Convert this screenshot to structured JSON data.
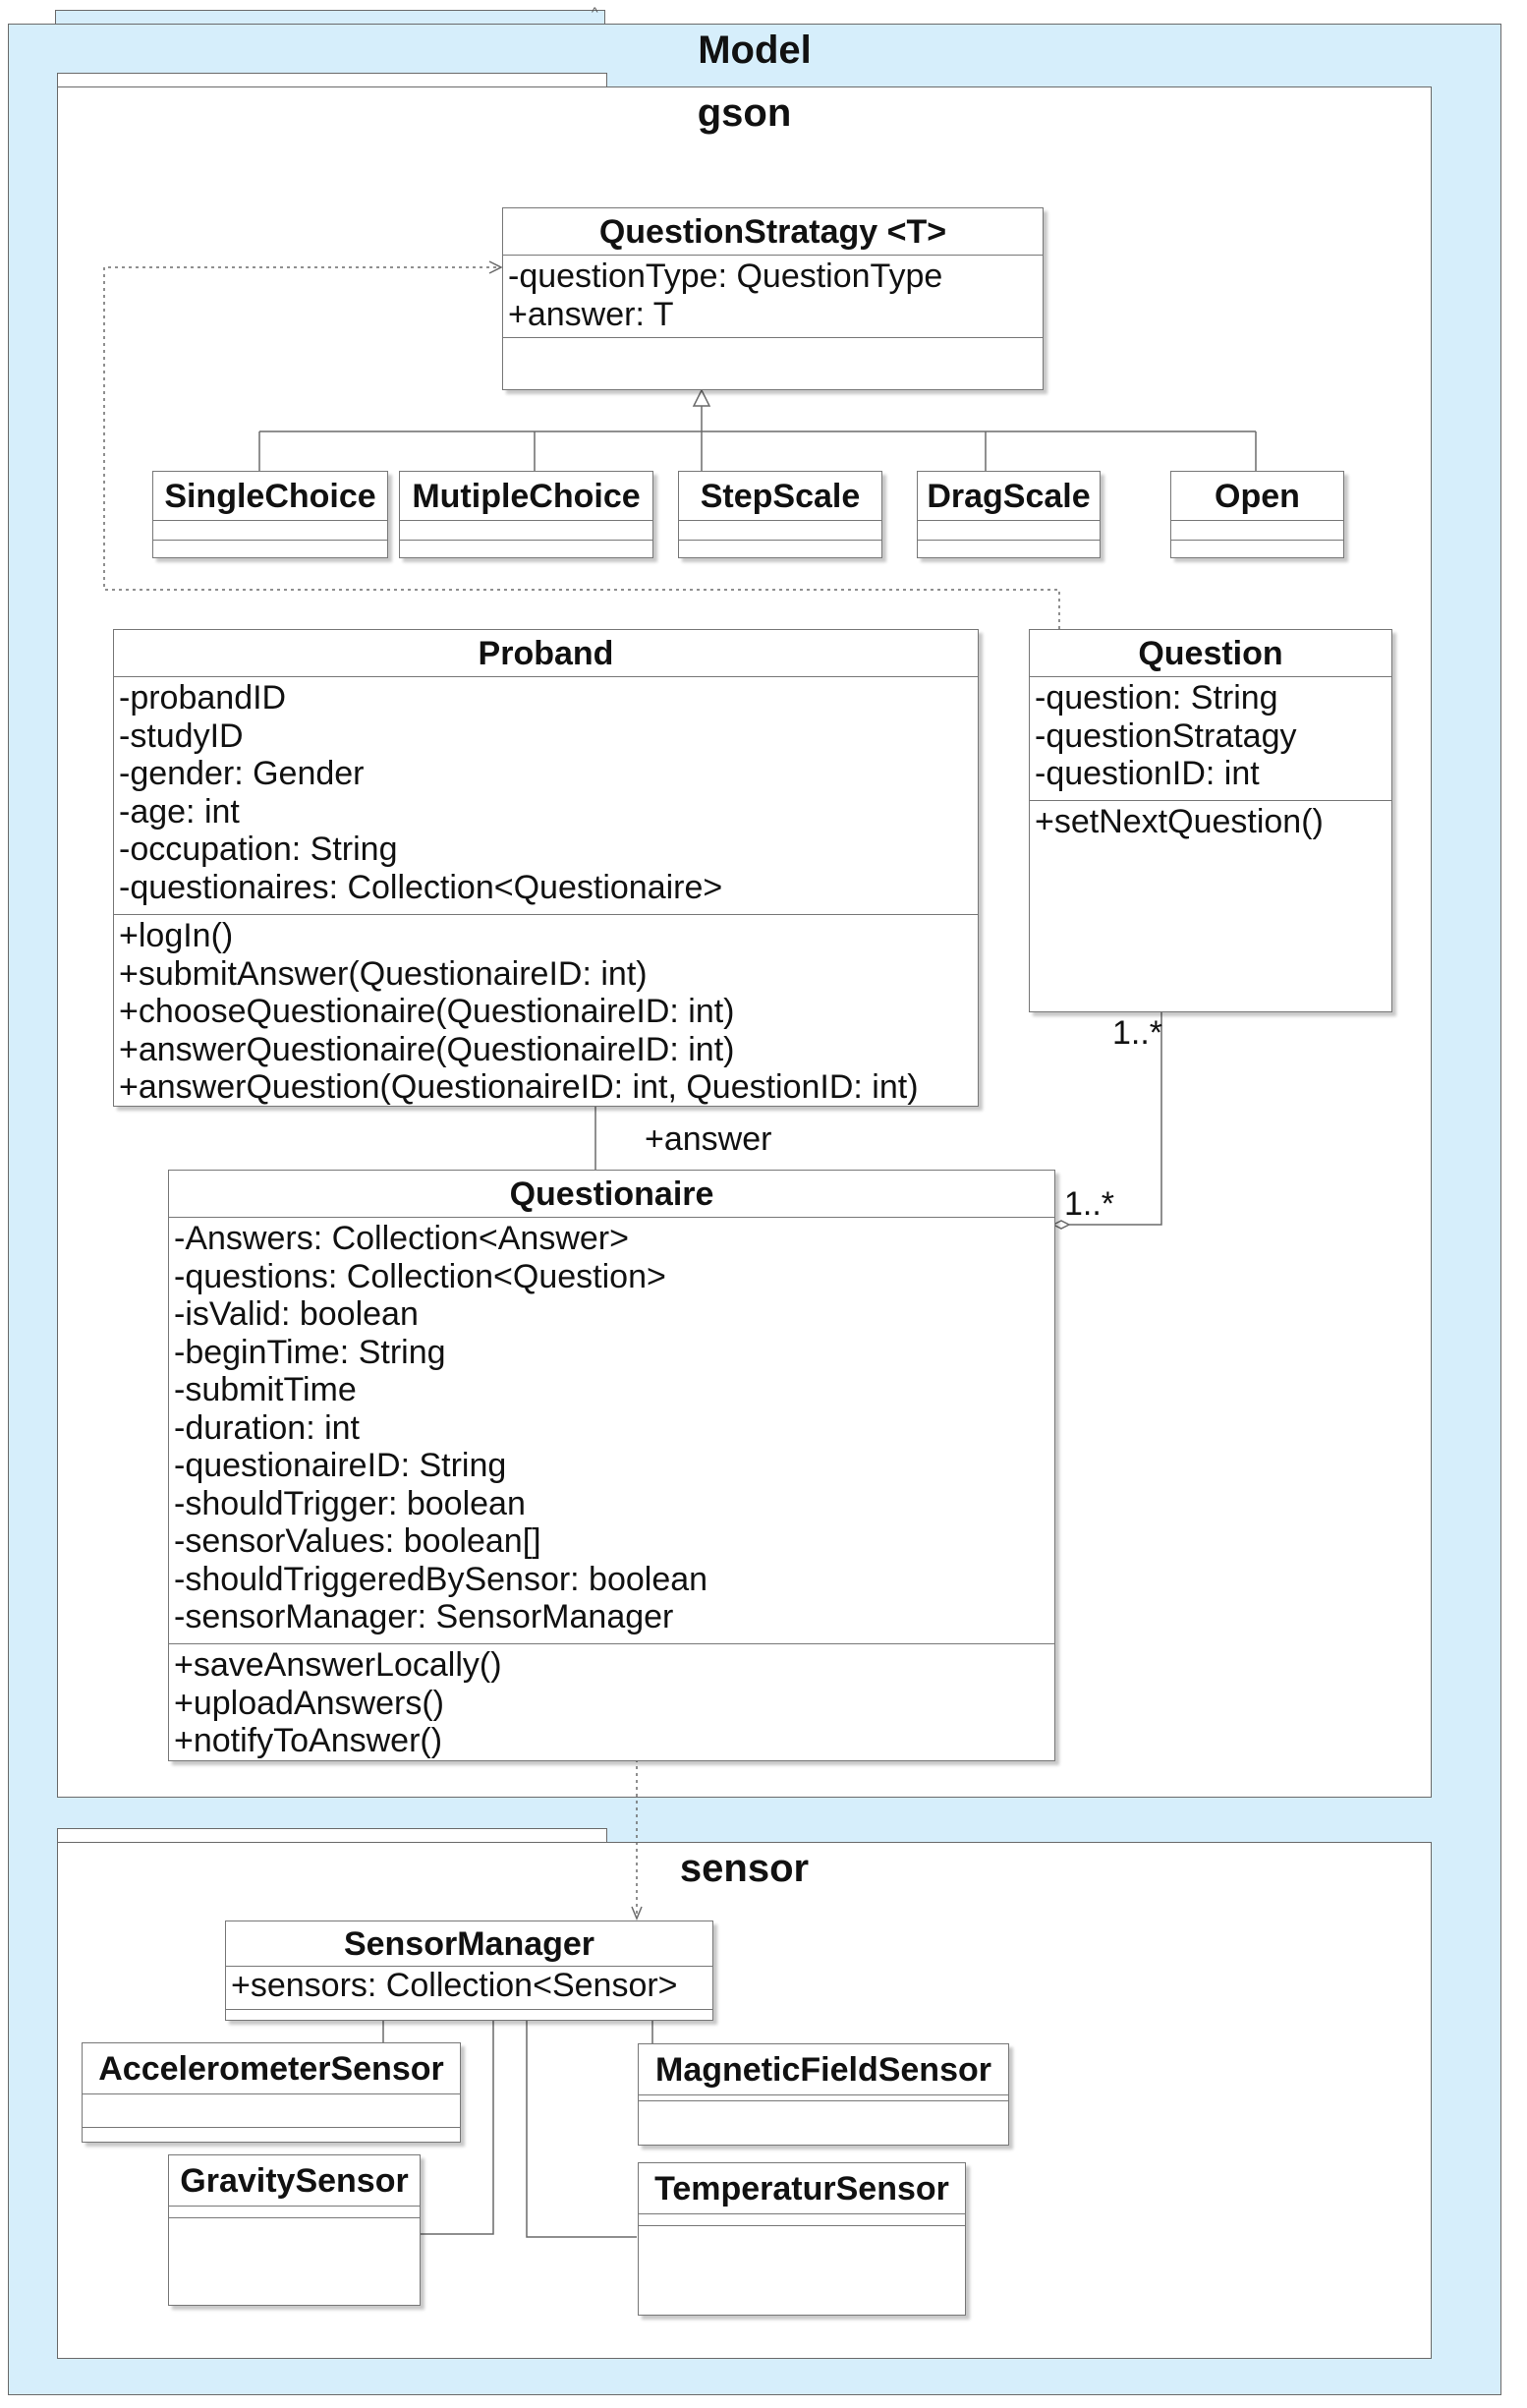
{
  "packages": {
    "model": {
      "title": "Model"
    },
    "gson": {
      "title": "gson"
    },
    "sensor": {
      "title": "sensor"
    }
  },
  "classes": {
    "question_stratagy": {
      "name": "QuestionStratagy <T>",
      "attributes": [
        "-questionType: QuestionType",
        "+answer: T"
      ],
      "operations": []
    },
    "single_choice": {
      "name": "SingleChoice"
    },
    "mutiple_choice": {
      "name": "MutipleChoice"
    },
    "step_scale": {
      "name": "StepScale"
    },
    "drag_scale": {
      "name": "DragScale"
    },
    "open": {
      "name": "Open"
    },
    "proband": {
      "name": "Proband",
      "attributes": [
        "-probandID",
        "-studyID",
        "-gender: Gender",
        "-age: int",
        "-occupation: String",
        "-questionaires: Collection<Questionaire>"
      ],
      "operations": [
        "+logIn()",
        "+submitAnswer(QuestionaireID: int)",
        "+chooseQuestionaire(QuestionaireID: int)",
        "+answerQuestionaire(QuestionaireID: int)",
        "+answerQuestion(QuestionaireID: int, QuestionID: int)"
      ]
    },
    "question": {
      "name": "Question",
      "attributes": [
        "-question: String",
        "-questionStratagy",
        "-questionID: int"
      ],
      "operations": [
        "+setNextQuestion()"
      ]
    },
    "questionaire": {
      "name": "Questionaire",
      "attributes": [
        "-Answers: Collection<Answer>",
        "-questions: Collection<Question>",
        "-isValid: boolean",
        "-beginTime: String",
        "-submitTime",
        "-duration: int",
        "-questionaireID: String",
        "-shouldTrigger: boolean",
        "-sensorValues: boolean[]",
        "-shouldTriggeredBySensor: boolean",
        "-sensorManager: SensorManager"
      ],
      "operations": [
        "+saveAnswerLocally()",
        "+uploadAnswers()",
        "+notifyToAnswer()"
      ]
    },
    "sensor_manager": {
      "name": "SensorManager",
      "attributes": [
        "+sensors: Collection<Sensor>"
      ]
    },
    "accelerometer_sensor": {
      "name": "AccelerometerSensor"
    },
    "gravity_sensor": {
      "name": "GravitySensor"
    },
    "magnetic_field_sensor": {
      "name": "MagneticFieldSensor"
    },
    "temperatur_sensor": {
      "name": "TemperaturSensor"
    }
  },
  "labels": {
    "answer_role": "+answer",
    "mult_question": "1..*",
    "mult_questionaire": "1..*"
  },
  "colors": {
    "model_fill": "#d6eefb",
    "line": "#6a6a6a"
  }
}
